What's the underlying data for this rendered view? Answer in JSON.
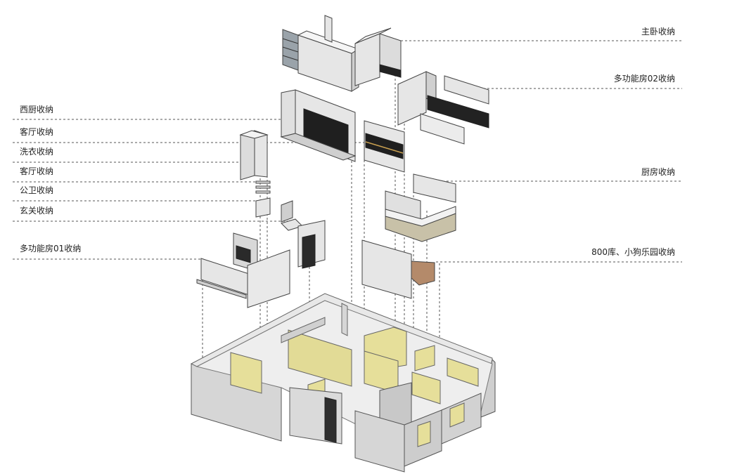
{
  "labels": {
    "master_bedroom": "主卧收纳",
    "multi_room_02": "多功能房02收纳",
    "western_kitchen": "西厨收纳",
    "living_room_a": "客厅收纳",
    "laundry": "洗衣收纳",
    "living_room_b": "客厅收纳",
    "public_bathroom": "公卫收纳",
    "entrance": "玄关收纳",
    "multi_room_01": "多功能房01收纳",
    "kitchen": "厨房收纳",
    "garage_dog_park": "800库、小狗乐园收纳"
  },
  "colors": {
    "line": "#555555",
    "wall": "#d9d9d9",
    "wall_dark": "#bdbdbd",
    "cabinet": "#e6e6e6",
    "highlight": "#e8e0a0",
    "dark": "#2a2a2a"
  }
}
